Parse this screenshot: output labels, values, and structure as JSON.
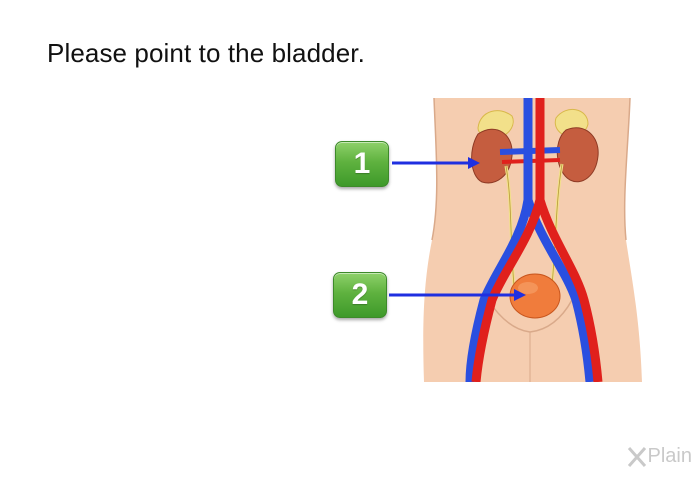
{
  "question": {
    "text": "Please point to the bladder."
  },
  "answers": [
    {
      "label": "1"
    },
    {
      "label": "2"
    }
  ],
  "brand": {
    "text": "Plain",
    "logo": "x-plain-logo"
  },
  "colors": {
    "button_green": "#5fb23f",
    "arrow_blue": "#1f2fe0",
    "artery_red": "#e0201c",
    "vein_blue": "#2a4fe0",
    "skin": "#f5cdb0",
    "kidney": "#c55d3f",
    "bladder": "#f07c3c"
  }
}
